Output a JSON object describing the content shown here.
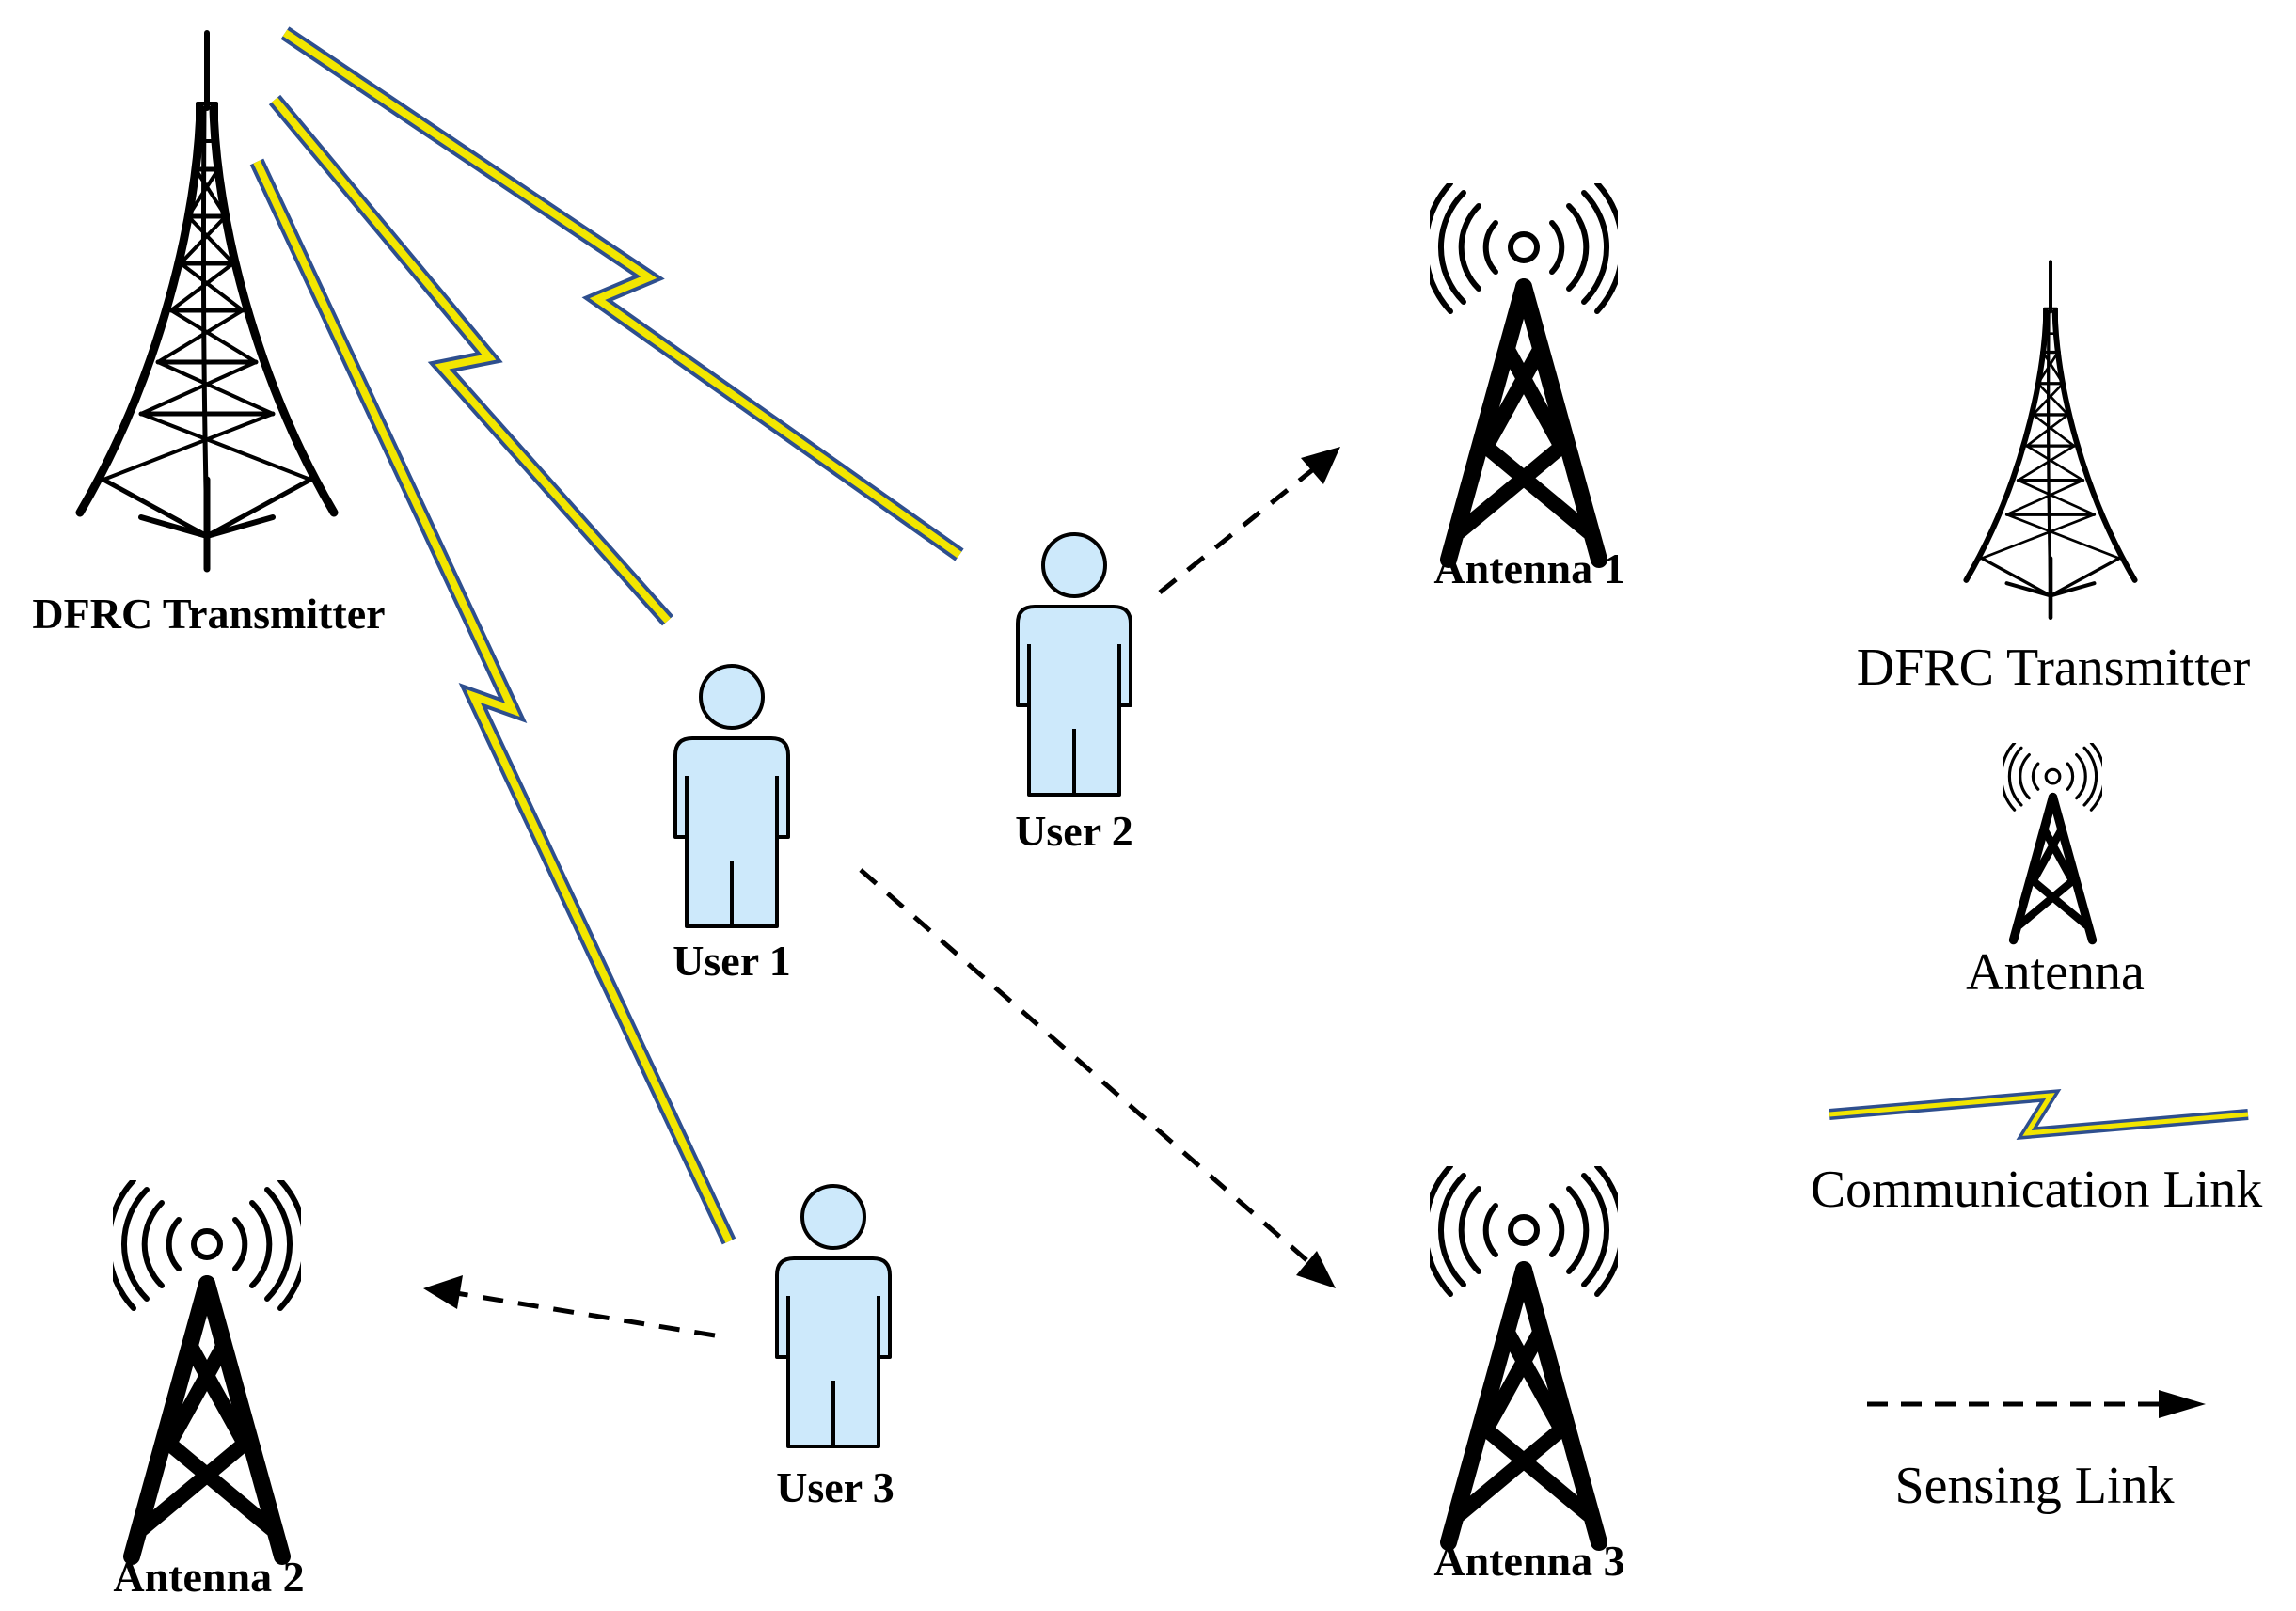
{
  "diagram": {
    "nodes": {
      "transmitter": "DFRC Transmitter",
      "user1": "User 1",
      "user2": "User 2",
      "user3": "User 3",
      "antenna1": "Antenna 1",
      "antenna2": "Antenna 2",
      "antenna3": "Antenna 3"
    },
    "legend": {
      "transmitter": "DFRC Transmitter",
      "antenna": "Antenna",
      "communication_link": "Communication Link",
      "sensing_link": "Sensing Link"
    },
    "colors": {
      "link_outline": "#2e4f8e",
      "link_fill": "#f2e600",
      "user_fill": "#cde9fb",
      "stroke": "#000000"
    },
    "icons": {
      "transmitter": "lattice-tower-icon",
      "antenna": "radio-antenna-icon",
      "user": "person-icon",
      "communication_link": "lightning-link",
      "sensing_link": "dashed-arrow"
    },
    "links": {
      "communication": [
        {
          "from": "DFRC Transmitter",
          "to": "User 1"
        },
        {
          "from": "DFRC Transmitter",
          "to": "User 2"
        },
        {
          "from": "DFRC Transmitter",
          "to": "User 3"
        }
      ],
      "sensing": [
        {
          "from": "User 1",
          "to": "Antenna 3"
        },
        {
          "from": "User 2",
          "to": "Antenna 1"
        },
        {
          "from": "User 3",
          "to": "Antenna 2"
        }
      ]
    }
  }
}
